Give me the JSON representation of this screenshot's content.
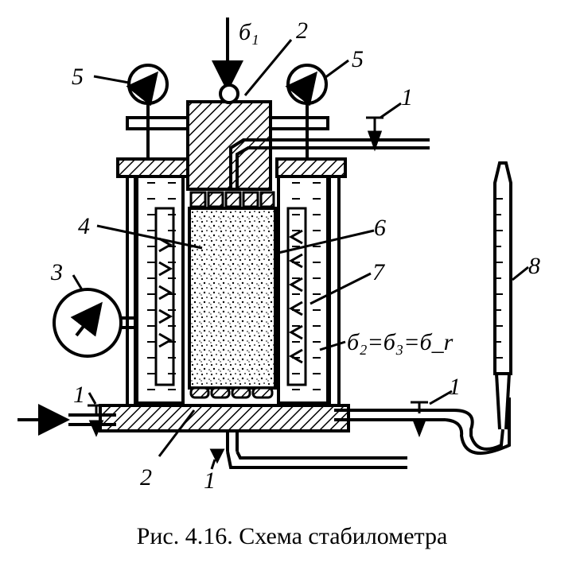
{
  "diagram": {
    "labels": {
      "sigma1": "б₁",
      "stress_eq": "б₂=б₃=б_r",
      "n1_valve_top": "1",
      "n1_valve_left": "1",
      "n1_valve_bottom": "1",
      "n1_valve_right": "1",
      "n2_top": "2",
      "n2_bottom": "2",
      "n3": "3",
      "n4": "4",
      "n5_left": "5",
      "n5_right": "5",
      "n6": "6",
      "n7": "7",
      "n8": "8"
    }
  },
  "caption": "Рис. 4.16. Схема стабилометра"
}
